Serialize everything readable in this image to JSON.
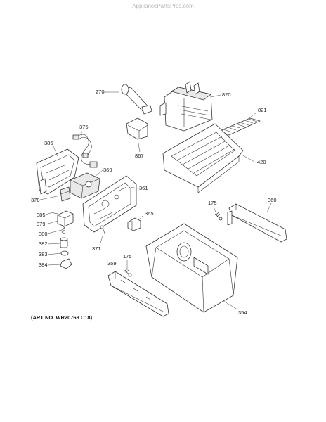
{
  "watermark": "AppliancePartsPros.com",
  "art_number": "(ART NO. WR20768 C18)",
  "callouts": {
    "c270": "270",
    "c820": "820",
    "c821": "821",
    "c375": "375",
    "c386": "386",
    "c867": "867",
    "c420": "420",
    "c369": "369",
    "c361": "361",
    "c378": "378",
    "c385": "385",
    "c379": "379",
    "c380": "380",
    "c382": "382",
    "c383": "383",
    "c384": "384",
    "c365": "365",
    "c371": "371",
    "c175a": "175",
    "c360": "360",
    "c175b": "175",
    "c359": "359",
    "c354": "354"
  }
}
